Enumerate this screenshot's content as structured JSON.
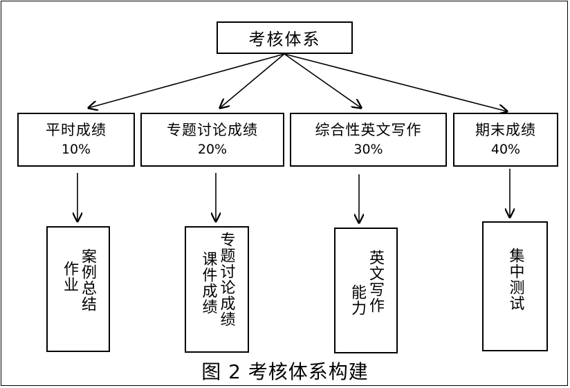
{
  "root": "考核体系",
  "categories": [
    {
      "title": "平时成绩",
      "percent": "10%"
    },
    {
      "title": "专题讨论成绩",
      "percent": "20%"
    },
    {
      "title": "综合性英文写作",
      "percent": "30%"
    },
    {
      "title": "期末成绩",
      "percent": "40%"
    }
  ],
  "details": [
    {
      "col1": "案例总结",
      "col2": "作业"
    },
    {
      "col1": "专题讨论成绩",
      "col2": "课件成绩"
    },
    {
      "col1": "英文写作",
      "col2": "能力"
    },
    {
      "col1": "集中测试"
    }
  ],
  "caption": "图 2  考核体系构建"
}
